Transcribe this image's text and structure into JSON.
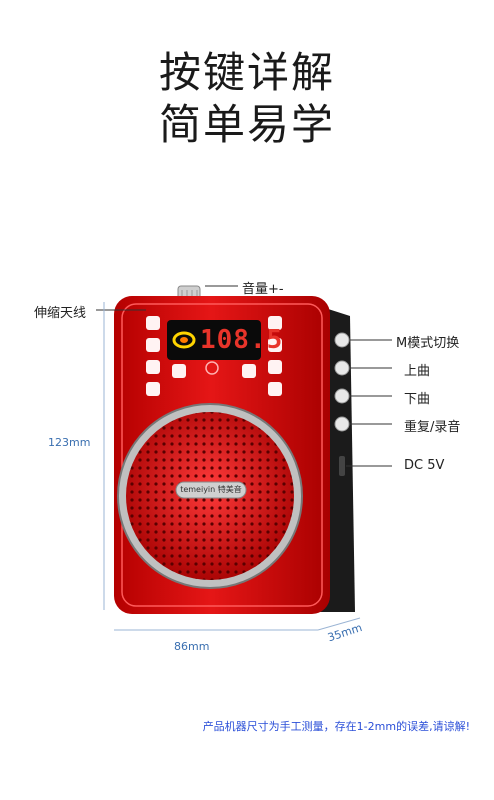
{
  "title": {
    "line1": "按键详解",
    "line2": "简单易学"
  },
  "display": {
    "value": "108.5"
  },
  "brand": {
    "logo_text": "temeiyin 特美音"
  },
  "callouts": {
    "volume": "音量+-",
    "antenna": "伸缩天线",
    "mode": "M模式切换",
    "prev": "上曲",
    "next": "下曲",
    "repeat": "重复/录音",
    "dc": "DC 5V"
  },
  "dimensions": {
    "height": "123mm",
    "width": "86mm",
    "depth": "35mm"
  },
  "note": "产品机器尺寸为手工测量，存在1-2mm的误差,请谅解!",
  "colors": {
    "body": "#d80f0f",
    "dark_body": "#1b1b1b",
    "display": "#c0392b",
    "dimension": "#3a6fb0",
    "note": "#2b4fd8"
  }
}
